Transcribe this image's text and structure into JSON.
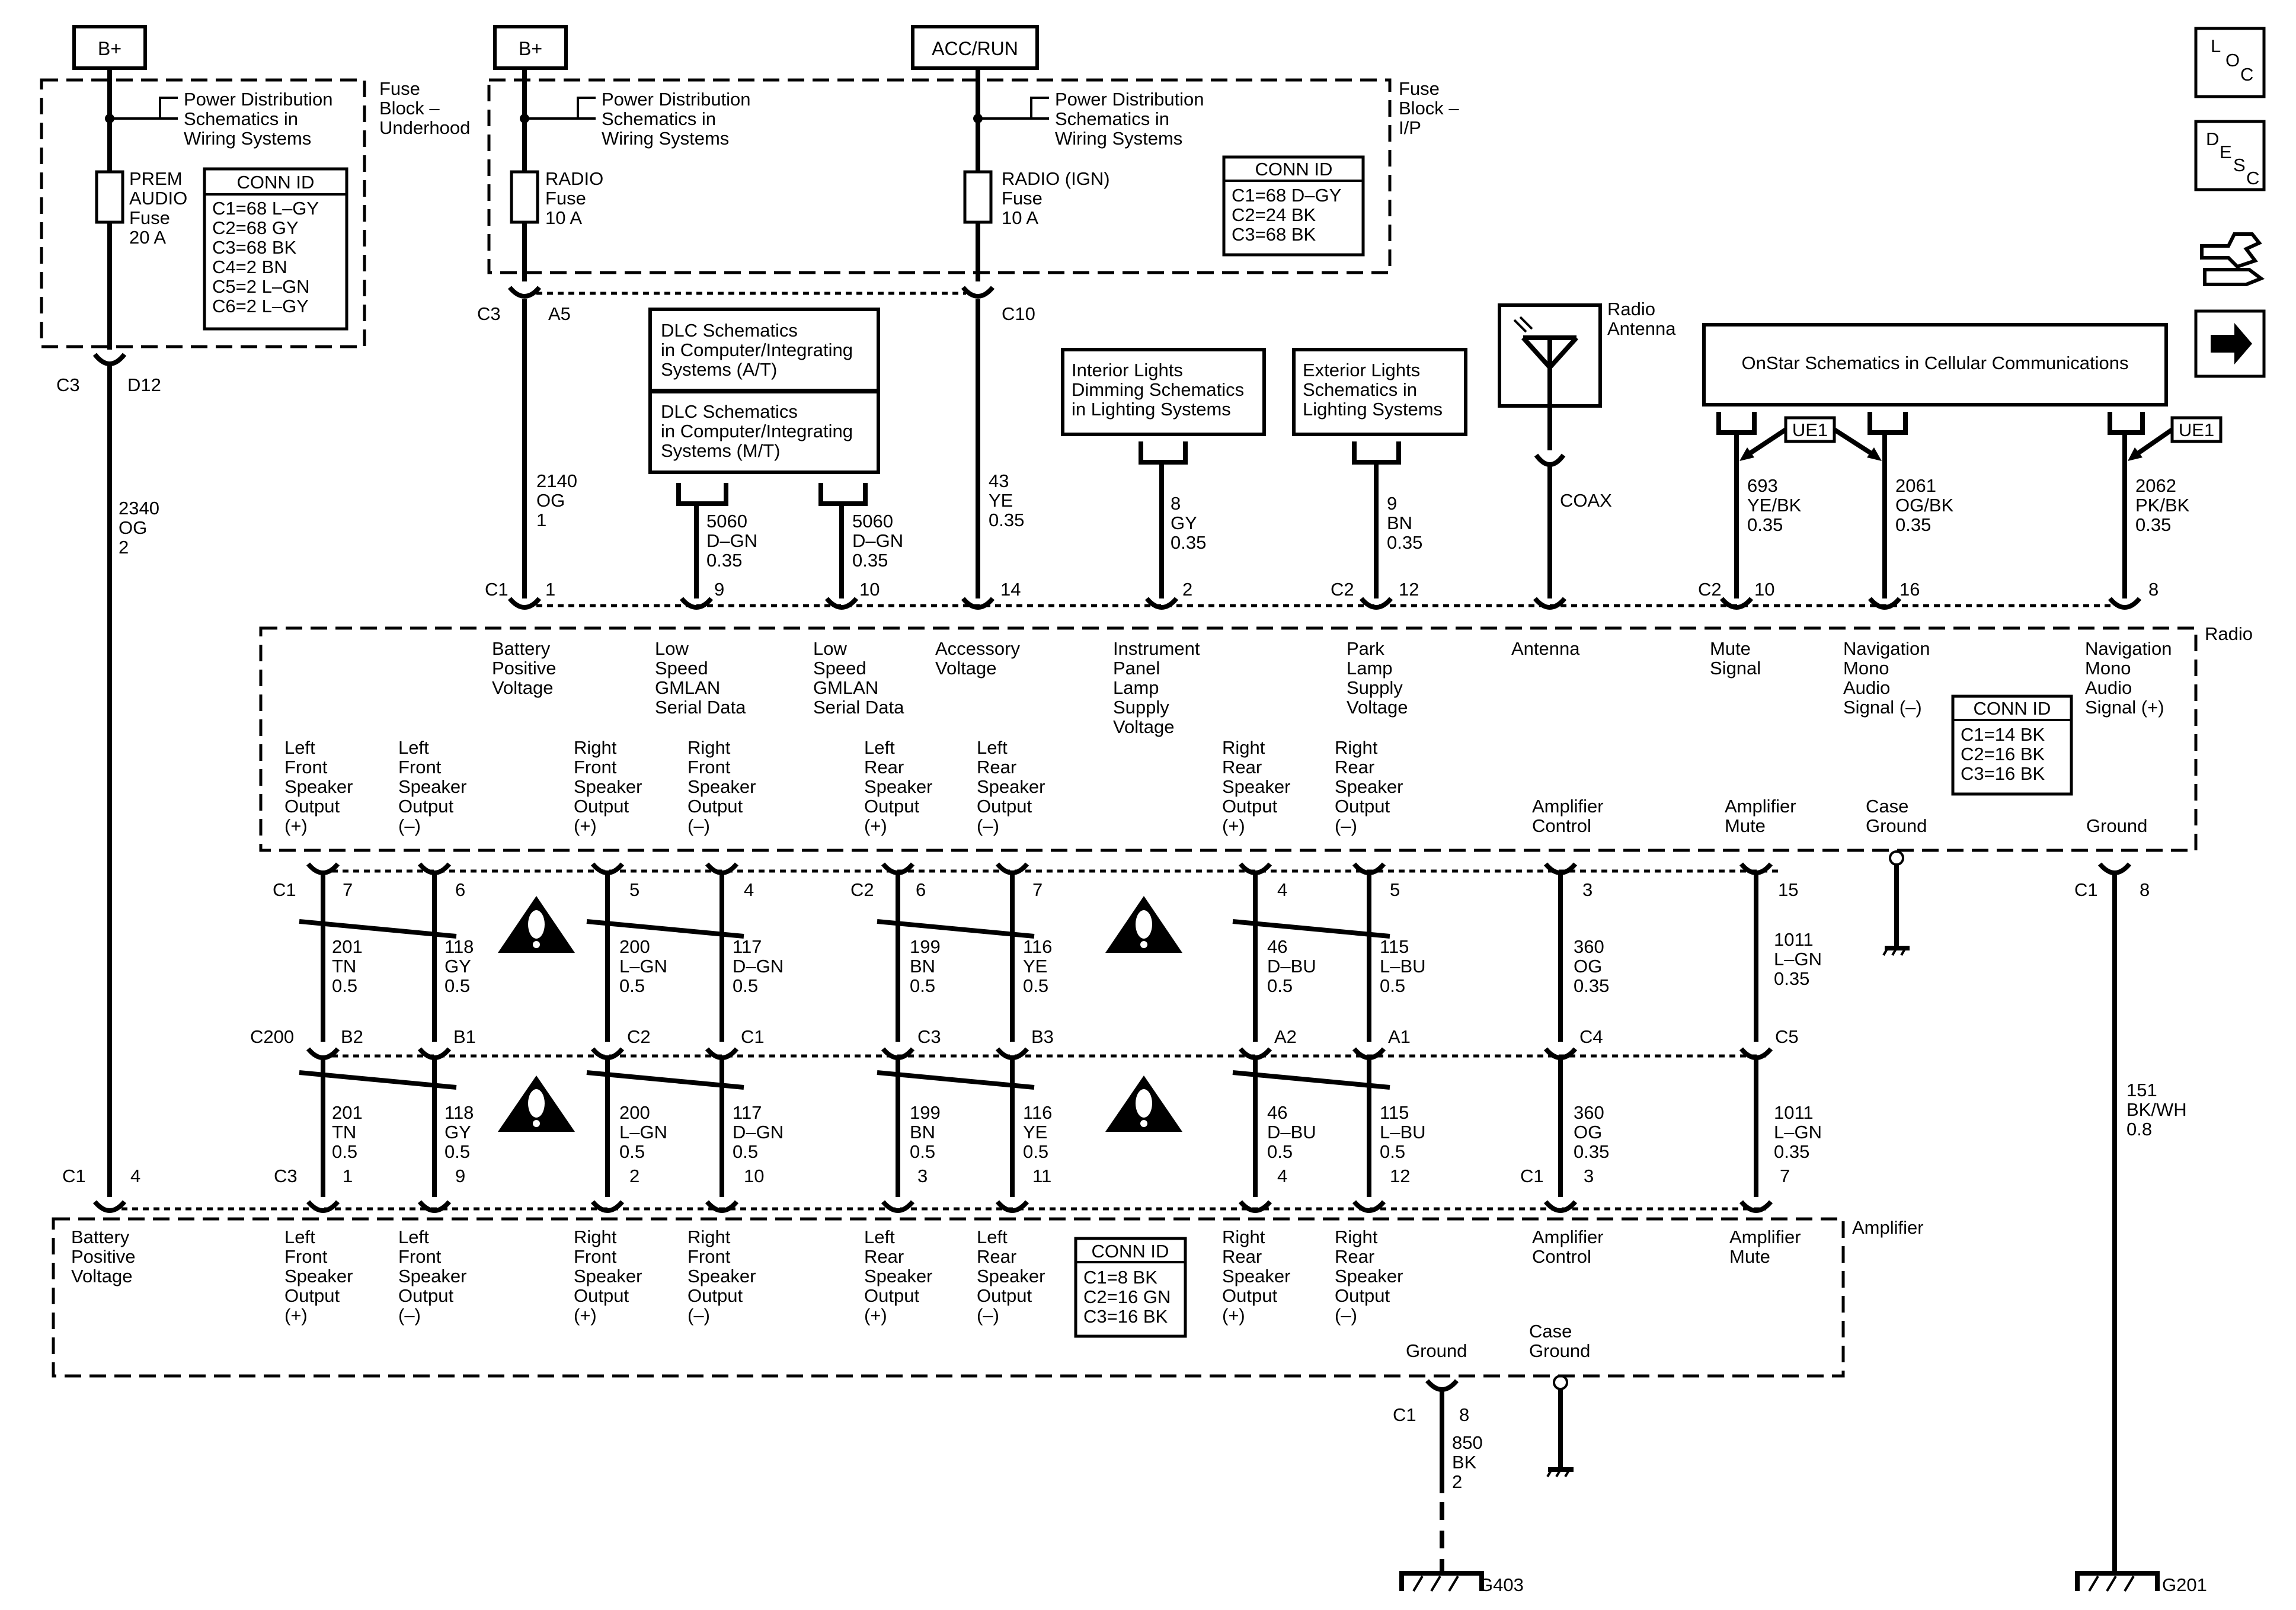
{
  "power": {
    "b_plus_left": "B+",
    "b_plus_mid": "B+",
    "acc_run": "ACC/RUN",
    "pd_ref_1": [
      "Power Distribution",
      "Schematics in",
      "Wiring Systems"
    ],
    "pd_ref_2": [
      "Power Distribution",
      "Schematics in",
      "Wiring Systems"
    ],
    "pd_ref_3": [
      "Power Distribution",
      "Schematics in",
      "Wiring Systems"
    ],
    "fuse_block_underhood": [
      "Fuse",
      "Block –",
      "Underhood"
    ],
    "fuse_block_ip": [
      "Fuse",
      "Block –",
      "I/P"
    ],
    "prem_audio_fuse": [
      "PREM",
      "AUDIO",
      "Fuse",
      "20 A"
    ],
    "radio_fuse": [
      "RADIO",
      "Fuse",
      "10 A"
    ],
    "radio_ign_fuse": [
      "RADIO (IGN)",
      "Fuse",
      "10 A"
    ],
    "conn_underhood": {
      "title": "CONN ID",
      "lines": [
        "C1=68 L–GY",
        "C2=68 GY",
        "C3=68 BK",
        "C4=2 BN",
        "C5=2 L–GN",
        "C6=2 L–GY"
      ]
    },
    "conn_ip": {
      "title": "CONN ID",
      "lines": [
        "C1=68 D–GY",
        "C2=24 BK",
        "C3=68 BK"
      ]
    }
  },
  "refs": {
    "dlc_at": [
      "DLC Schematics",
      "in Computer/Integrating",
      "Systems (A/T)"
    ],
    "dlc_mt": [
      "DLC Schematics",
      "in Computer/Integrating",
      "Systems (M/T)"
    ],
    "interior": [
      "Interior Lights",
      "Dimming Schematics",
      "in Lighting Systems"
    ],
    "exterior": [
      "Exterior Lights",
      "Schematics in",
      "Lighting Systems"
    ],
    "onstar": "OnStar Schematics in Cellular Communications",
    "radio_antenna": [
      "Radio",
      "Antenna"
    ],
    "ue1_a": "UE1",
    "ue1_b": "UE1",
    "coax": "COAX"
  },
  "connectors": {
    "c3_d12": [
      "C3",
      "D12"
    ],
    "c3_a5": [
      "C3",
      "A5"
    ],
    "c10": "C10",
    "c1_1": [
      "C1",
      "1"
    ],
    "pin9": "9",
    "pin10": "10",
    "pin14": "14",
    "pin2": "2",
    "c2_12": [
      "C2",
      "12"
    ],
    "c2_10": [
      "C2",
      "10"
    ],
    "pin16": "16",
    "pin8": "8",
    "c1_8": [
      "C1",
      "8"
    ],
    "c1_4": [
      "C1",
      "4"
    ],
    "c1_8_amp": [
      "C1",
      "8"
    ]
  },
  "wires_top": {
    "w2340": [
      "2340",
      "OG",
      "2"
    ],
    "w2140": [
      "2140",
      "OG",
      "1"
    ],
    "w5060a": [
      "5060",
      "D–GN",
      "0.35"
    ],
    "w5060b": [
      "5060",
      "D–GN",
      "0.35"
    ],
    "w43": [
      "43",
      "YE",
      "0.35"
    ],
    "w8": [
      "8",
      "GY",
      "0.35"
    ],
    "w9": [
      "9",
      "BN",
      "0.35"
    ],
    "w693": [
      "693",
      "YE/BK",
      "0.35"
    ],
    "w2061": [
      "2061",
      "OG/BK",
      "0.35"
    ],
    "w2062": [
      "2062",
      "PK/BK",
      "0.35"
    ],
    "w151": [
      "151",
      "BK/WH",
      "0.8"
    ],
    "w850": [
      "850",
      "BK",
      "2"
    ]
  },
  "radio": {
    "title": "Radio",
    "pins_top": [
      [
        "Battery",
        "Positive",
        "Voltage"
      ],
      [
        "Low",
        "Speed",
        "GMLAN",
        "Serial Data"
      ],
      [
        "Low",
        "Speed",
        "GMLAN",
        "Serial Data"
      ],
      [
        "Accessory",
        "Voltage"
      ],
      [
        "Instrument",
        "Panel",
        "Lamp",
        "Supply",
        "Voltage"
      ],
      [
        "Park",
        "Lamp",
        "Supply",
        "Voltage"
      ],
      [
        "Antenna"
      ],
      [
        "Mute",
        "Signal"
      ],
      [
        "Navigation",
        "Mono",
        "Audio",
        "Signal (–)"
      ],
      [
        "Navigation",
        "Mono",
        "Audio",
        "Signal (+)"
      ]
    ],
    "pins_bottom": [
      [
        "Left",
        "Front",
        "Speaker",
        "Output",
        "(+)"
      ],
      [
        "Left",
        "Front",
        "Speaker",
        "Output",
        "(–)"
      ],
      [
        "Right",
        "Front",
        "Speaker",
        "Output",
        "(+)"
      ],
      [
        "Right",
        "Front",
        "Speaker",
        "Output",
        "(–)"
      ],
      [
        "Left",
        "Rear",
        "Speaker",
        "Output",
        "(+)"
      ],
      [
        "Left",
        "Rear",
        "Speaker",
        "Output",
        "(–)"
      ],
      [
        "Right",
        "Rear",
        "Speaker",
        "Output",
        "(+)"
      ],
      [
        "Right",
        "Rear",
        "Speaker",
        "Output",
        "(–)"
      ],
      [
        "Amplifier",
        "Control"
      ],
      [
        "Amplifier",
        "Mute"
      ],
      [
        "Case",
        "Ground"
      ],
      [
        "Ground"
      ]
    ],
    "conn": {
      "title": "CONN ID",
      "lines": [
        "C1=14 BK",
        "C2=16 BK",
        "C3=16 BK"
      ]
    }
  },
  "speaker_wires": [
    [
      "201",
      "TN",
      "0.5"
    ],
    [
      "118",
      "GY",
      "0.5"
    ],
    [
      "200",
      "L–GN",
      "0.5"
    ],
    [
      "117",
      "D–GN",
      "0.5"
    ],
    [
      "199",
      "BN",
      "0.5"
    ],
    [
      "116",
      "YE",
      "0.5"
    ],
    [
      "46",
      "D–BU",
      "0.5"
    ],
    [
      "115",
      "L–BU",
      "0.5"
    ],
    [
      "360",
      "OG",
      "0.35"
    ],
    [
      "1011",
      "L–GN",
      "0.35"
    ]
  ],
  "radio_out_pins": {
    "c1": "C1",
    "c2": "C2",
    "pins": [
      "7",
      "6",
      "5",
      "4",
      "6",
      "7",
      "4",
      "5",
      "3",
      "15"
    ]
  },
  "c200": {
    "label": "C200",
    "pins": [
      "B2",
      "B1",
      "C2",
      "C1",
      "C3",
      "B3",
      "A2",
      "A1",
      "C4",
      "C5"
    ]
  },
  "amp_in_pins": {
    "c3": "C3",
    "c1": "C1",
    "pins": [
      "1",
      "9",
      "2",
      "10",
      "3",
      "11",
      "4",
      "12",
      "3",
      "7"
    ]
  },
  "amplifier": {
    "title": "Amplifier",
    "battery": [
      "Battery",
      "Positive",
      "Voltage"
    ],
    "pins": [
      [
        "Left",
        "Front",
        "Speaker",
        "Output",
        "(+)"
      ],
      [
        "Left",
        "Front",
        "Speaker",
        "Output",
        "(–)"
      ],
      [
        "Right",
        "Front",
        "Speaker",
        "Output",
        "(+)"
      ],
      [
        "Right",
        "Front",
        "Speaker",
        "Output",
        "(–)"
      ],
      [
        "Left",
        "Rear",
        "Speaker",
        "Output",
        "(+)"
      ],
      [
        "Left",
        "Rear",
        "Speaker",
        "Output",
        "(–)"
      ],
      [
        "Right",
        "Rear",
        "Speaker",
        "Output",
        "(+)"
      ],
      [
        "Right",
        "Rear",
        "Speaker",
        "Output",
        "(–)"
      ],
      [
        "Amplifier",
        "Control"
      ],
      [
        "Amplifier",
        "Mute"
      ]
    ],
    "ground": "Ground",
    "case_ground": [
      "Case",
      "Ground"
    ],
    "conn": {
      "title": "CONN ID",
      "lines": [
        "C1=8 BK",
        "C2=16 GN",
        "C3=16 BK"
      ]
    }
  },
  "grounds": {
    "g403": "G403",
    "g201": "G201"
  },
  "side_icons": {
    "loc": [
      "L",
      "O",
      "C"
    ],
    "desc": [
      "D",
      "E",
      "S",
      "C"
    ],
    "icons": [
      "connector-tool-icon",
      "arrow-right-icon"
    ]
  }
}
